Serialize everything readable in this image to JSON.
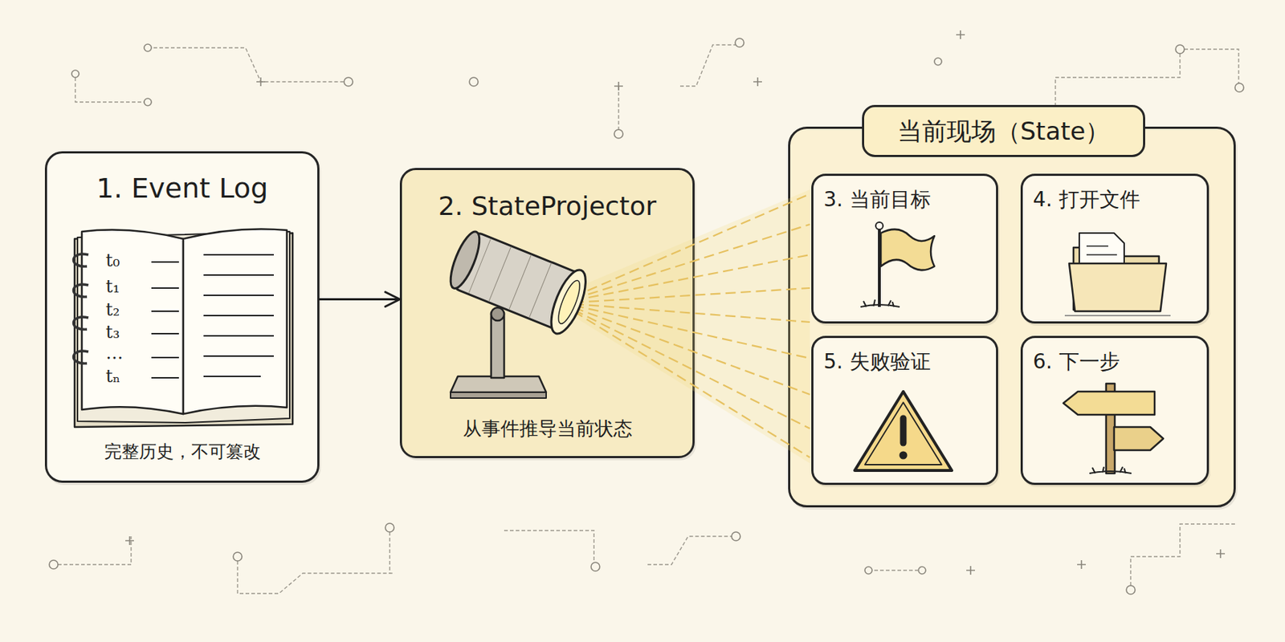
{
  "diagram": {
    "nodes": [
      {
        "text": [
          "1. Event Log",
          "完整历史，不可篡改"
        ]
      },
      {
        "text": [
          "2. StateProjector",
          "从事件推导当前状态"
        ]
      },
      {
        "text": [
          "当前现场（State）"
        ]
      },
      {
        "text": [
          "3. 当前目标"
        ],
        "in": 2
      },
      {
        "text": [
          "4. 打开文件"
        ],
        "in": 2
      },
      {
        "text": [
          "5. 失败验证"
        ],
        "in": 2
      },
      {
        "text": [
          "6. 下一步"
        ],
        "in": 2
      }
    ],
    "edges": [
      {
        "from": 0,
        "to": 1,
        "arrow": "to"
      }
    ],
    "labels": [
      "t₀",
      "t₁",
      "t₂",
      "t₃",
      "…",
      "tₙ"
    ]
  }
}
